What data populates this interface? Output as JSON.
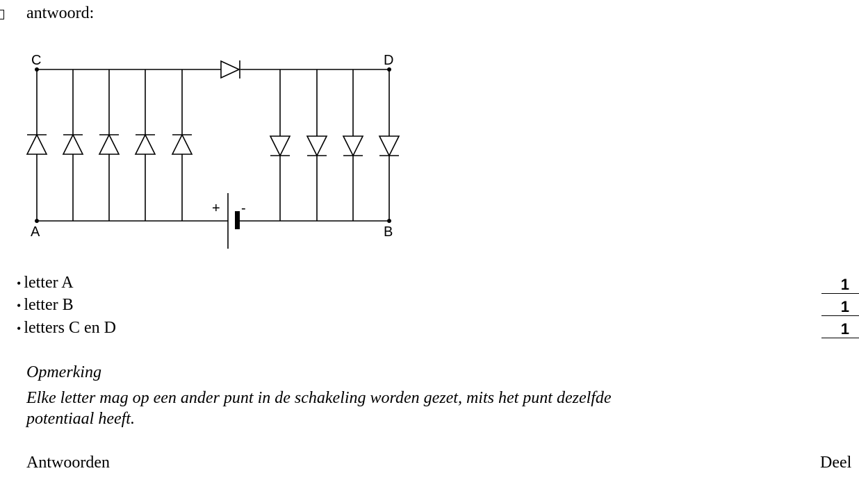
{
  "answer_label": "antwoord:",
  "circuit": {
    "node_labels": {
      "c": "C",
      "d": "D",
      "a": "A",
      "b": "B"
    },
    "battery_plus": "+",
    "battery_minus": "-"
  },
  "criteria": [
    {
      "text": "letter A",
      "score": "1"
    },
    {
      "text": "letter B",
      "score": "1"
    },
    {
      "text": "letters C en D",
      "score": "1"
    }
  ],
  "remark": {
    "title": "Opmerking",
    "line1": "Elke letter mag op een ander punt in de schakeling worden gezet, mits het punt dezelfde",
    "line2": "potentiaal heeft."
  },
  "footer": {
    "left": "Antwoorden",
    "right": "Deel"
  }
}
